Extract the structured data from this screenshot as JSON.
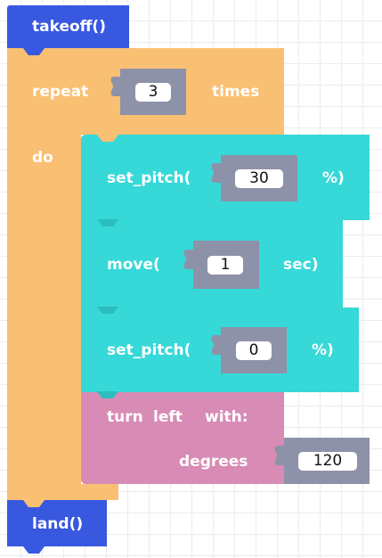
{
  "blocks": {
    "takeoff": {
      "label": "takeoff()"
    },
    "repeat": {
      "label": "repeat",
      "count": "3",
      "suffix": "times",
      "do_label": "do"
    },
    "set_pitch_1": {
      "label": "set_pitch(",
      "value": "30",
      "suffix": "%)"
    },
    "move": {
      "label": "move(",
      "value": "1",
      "suffix": "sec)"
    },
    "set_pitch_2": {
      "label": "set_pitch(",
      "value": "0",
      "suffix": "%)"
    },
    "turn": {
      "label_turn": "turn",
      "label_left": "left",
      "label_with": "with:",
      "param_label": "degrees",
      "value": "120"
    },
    "land": {
      "label": "land()"
    }
  },
  "colors": {
    "control": "#3858e0",
    "loop": "#f9bf73",
    "motion": "#37d8d8",
    "turn": "#d78bb5",
    "input": "#8e92a8"
  }
}
